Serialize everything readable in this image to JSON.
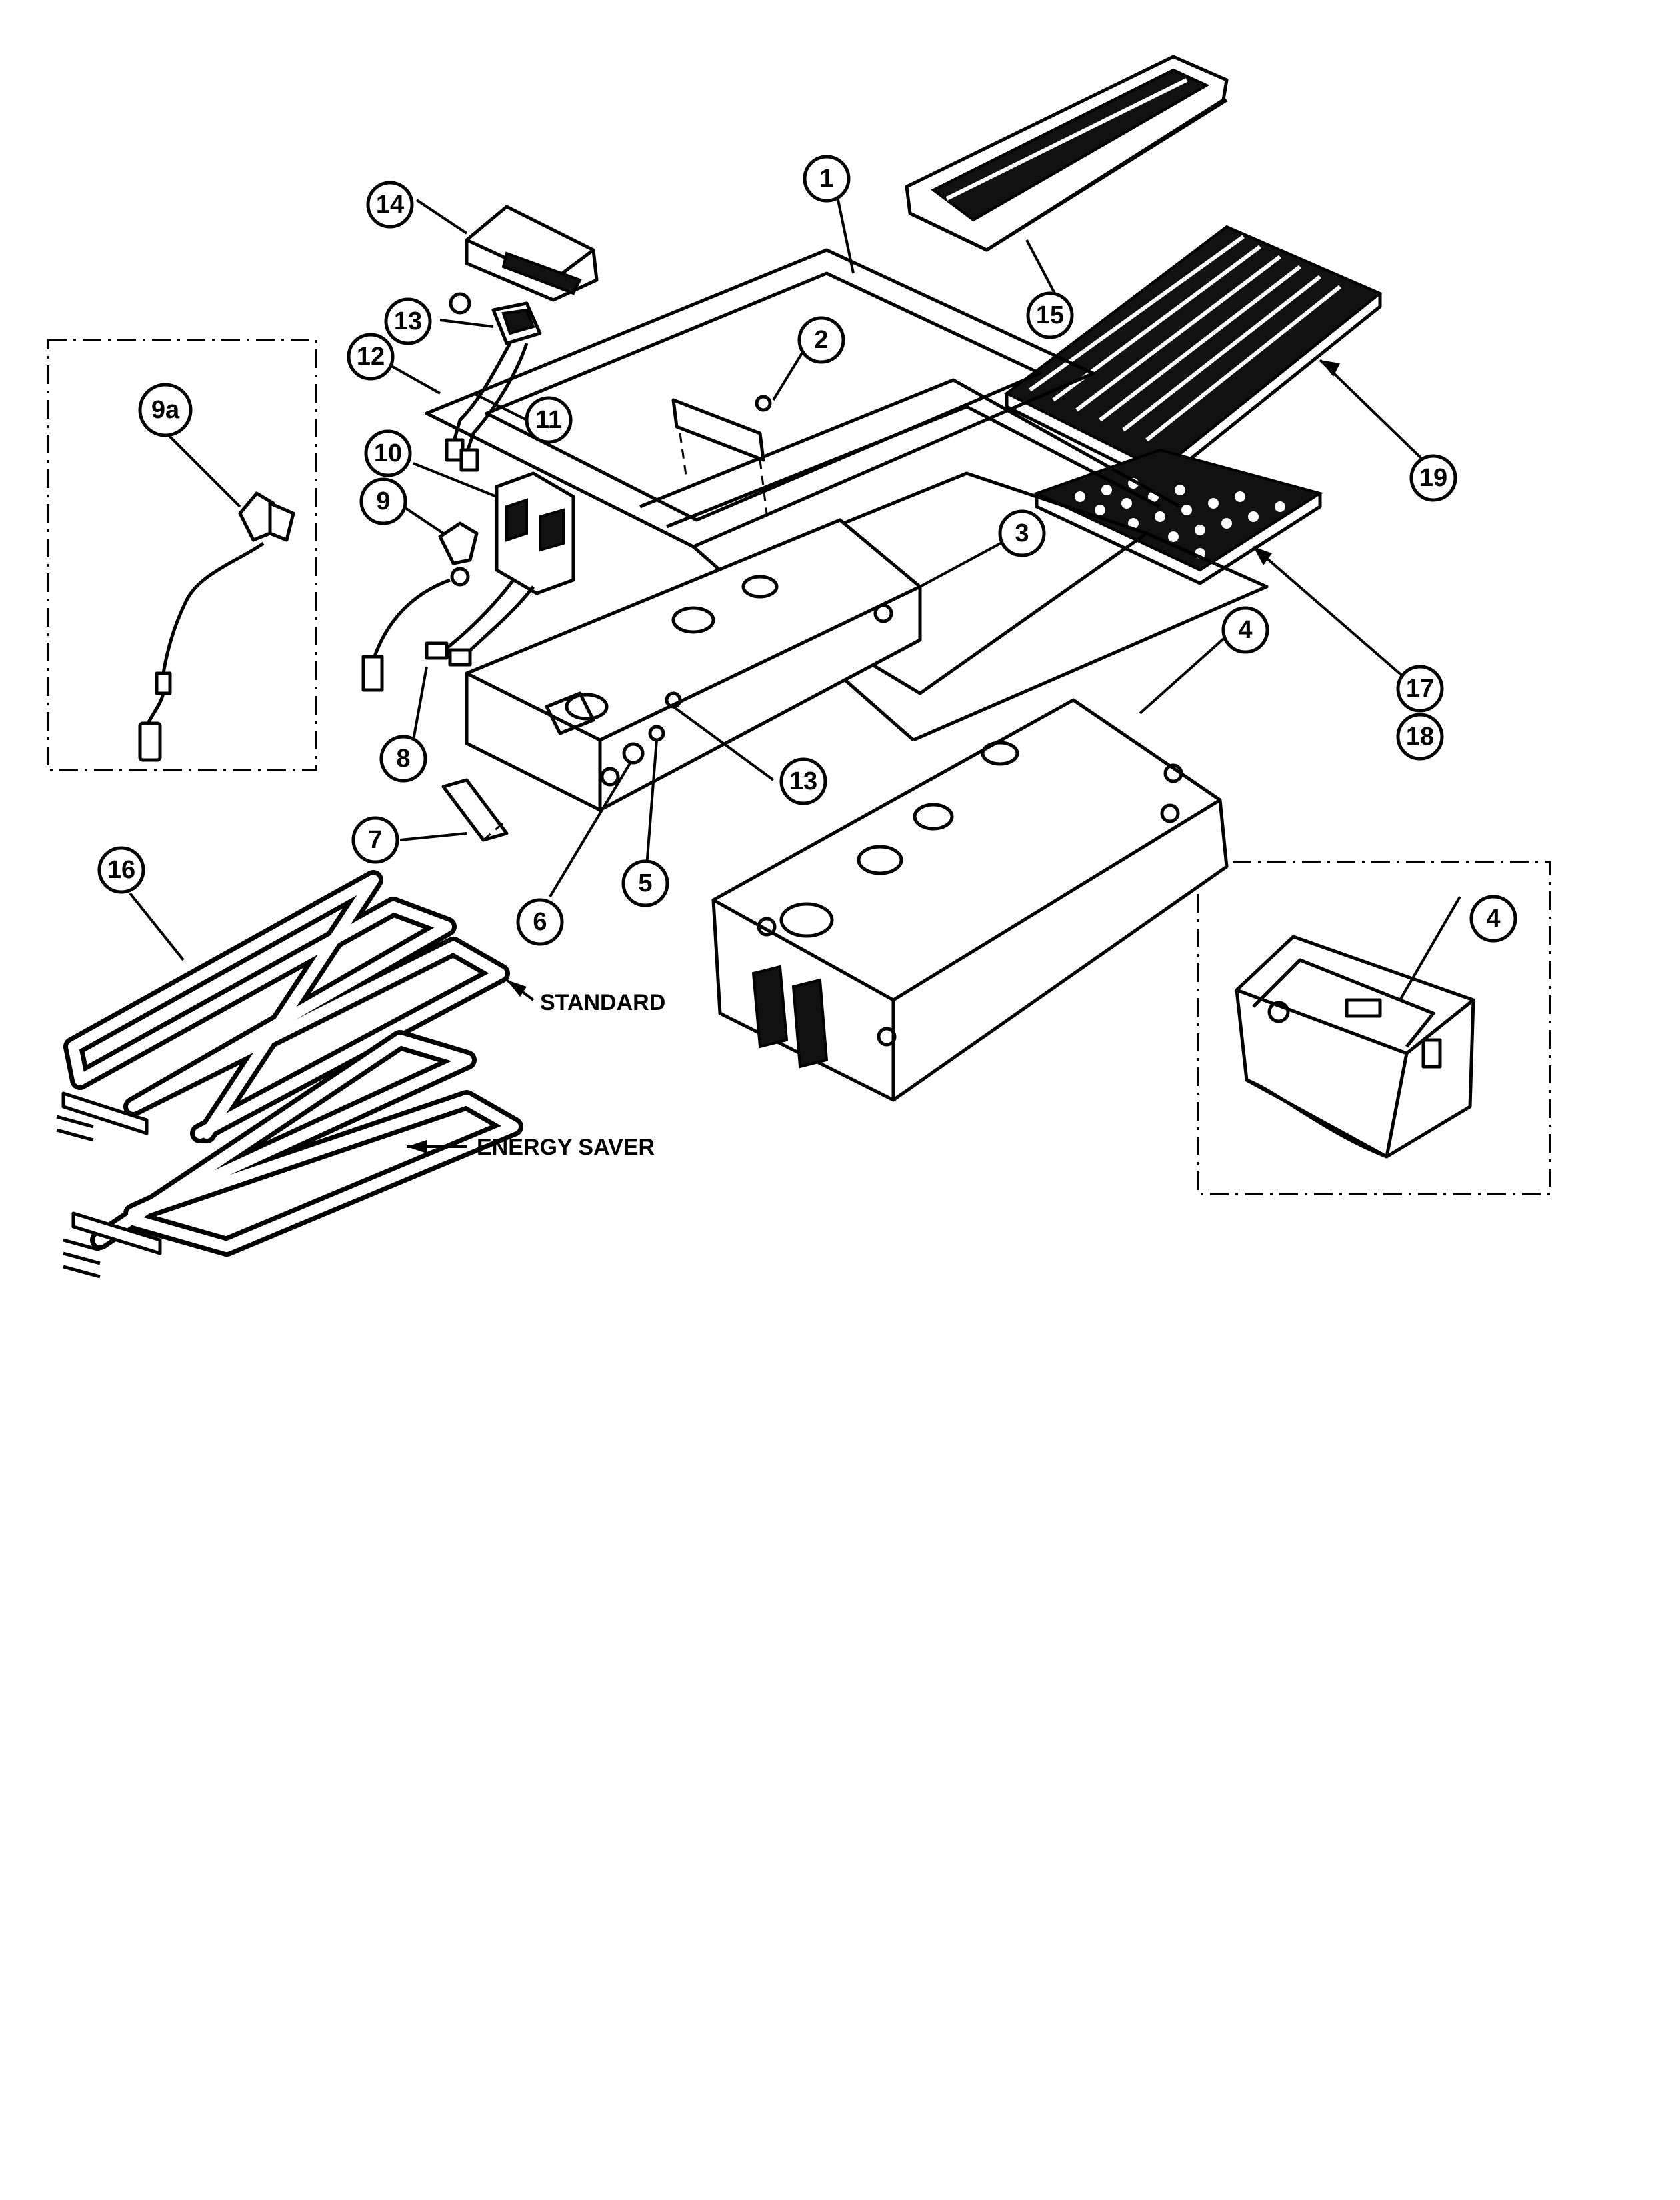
{
  "callouts": {
    "c1": "1",
    "c2": "2",
    "c3": "3",
    "c4a": "4",
    "c4b": "4",
    "c5": "5",
    "c6": "6",
    "c7": "7",
    "c8": "8",
    "c9": "9",
    "c9a": "9a",
    "c10": "10",
    "c11": "11",
    "c12": "12",
    "c13a": "13",
    "c13b": "13",
    "c14": "14",
    "c15": "15",
    "c16": "16",
    "c17": "17",
    "c18": "18",
    "c19": "19"
  },
  "labels": {
    "standard": "STANDARD",
    "energy_saver": "ENERGY SAVER"
  }
}
